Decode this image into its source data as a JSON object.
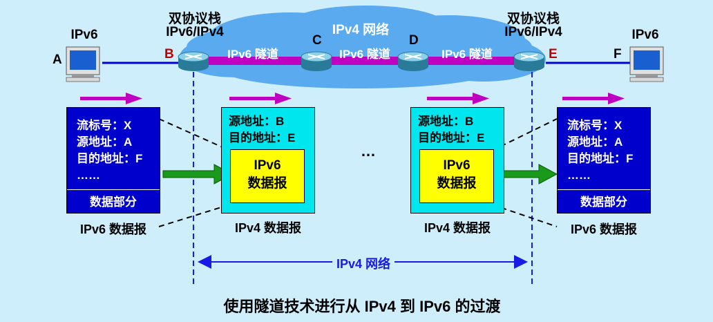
{
  "nodes": {
    "a": {
      "letter": "A",
      "title": "IPv6"
    },
    "b": {
      "letter": "B",
      "title": "双协议栈",
      "subtitle": "IPv6/IPv4"
    },
    "c": {
      "letter": "C"
    },
    "d": {
      "letter": "D"
    },
    "e": {
      "letter": "E",
      "title": "双协议栈",
      "subtitle": "IPv6/IPv4"
    },
    "f": {
      "letter": "F",
      "title": "IPv6"
    }
  },
  "cloud_label": "IPv4 网络",
  "tunnel_label": "IPv6 隧道",
  "ipv6_packet": {
    "flow": "流标号：X",
    "src": "源地址：A",
    "dst": "目的地址：F",
    "more": "……",
    "payload": "数据部分",
    "caption": "IPv6 数据报"
  },
  "ipv4_packet": {
    "src": "源地址：B",
    "dst": "目的地址：E",
    "inner_line1": "IPv6",
    "inner_line2": "数据报",
    "caption": "IPv4 数据报"
  },
  "ellipsis": "…",
  "span_label": "IPv4 网络",
  "title": "使用隧道技术进行从 IPv4 到 IPv6 的过渡",
  "colors": {
    "background": "#cfeefb",
    "cloud": "#5aaaf0",
    "tunnel": "#c000c0",
    "link": "#0000cc",
    "ipv6_box": "#0000cc",
    "ipv4_box": "#00e6ef",
    "inner_box": "#ffff00",
    "green_arrow": "#1a9a1a",
    "span_arrow": "#1a1ae6"
  },
  "icons": [
    "computer-icon",
    "router-icon",
    "right-arrow-icon",
    "cloud-shape"
  ]
}
